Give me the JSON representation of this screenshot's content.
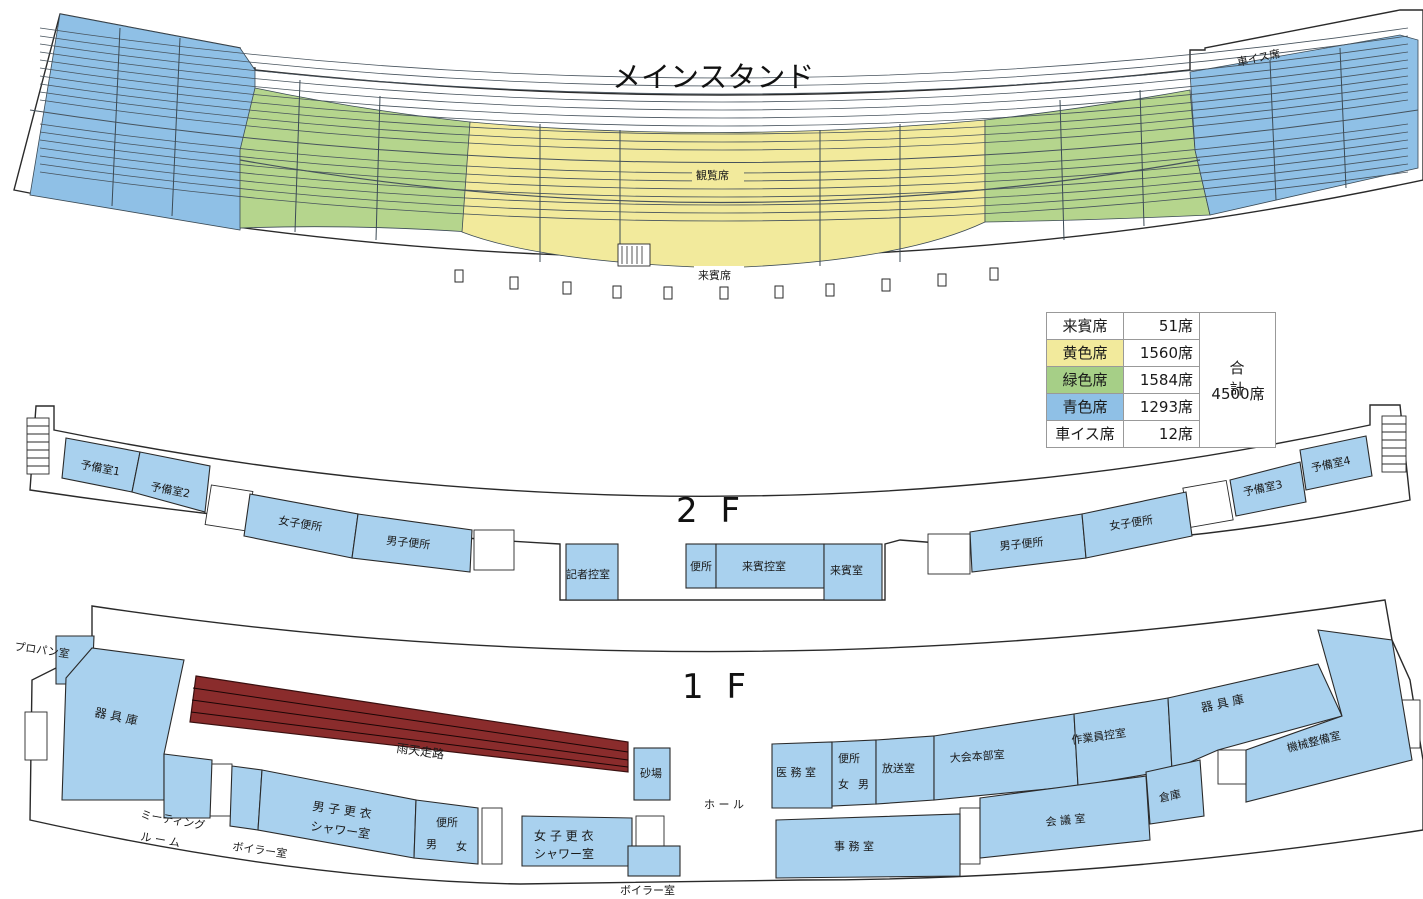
{
  "colors": {
    "yellow": "#f2ea9c",
    "green": "#b5d58d",
    "blue": "#8fc0e6",
    "room_blue": "#a9d1ee",
    "track_red": "#8a2c2c"
  },
  "main_stand": {
    "title": "メインスタンド",
    "wheelchair_label": "車イス席",
    "seats_label": "観覧席",
    "vip_label": "来賓席"
  },
  "legend": {
    "rows": [
      {
        "label": "来賓席",
        "count": "51席",
        "color": "#ffffff"
      },
      {
        "label": "黄色席",
        "count": "1560席",
        "color": "#f2ea9c"
      },
      {
        "label": "緑色席",
        "count": "1584席",
        "color": "#a6cf87"
      },
      {
        "label": "青色席",
        "count": "1293席",
        "color": "#8fc0e6"
      },
      {
        "label": "車イス席",
        "count": "12席",
        "color": "#ffffff"
      }
    ],
    "total_label": "合 計",
    "total_value": "4500席"
  },
  "floor2": {
    "title": "2 F",
    "rooms": {
      "spare1": "予備室1",
      "spare2": "予備室2",
      "womens_left": "女子便所",
      "mens_left": "男子便所",
      "press": "記者控室",
      "toilet": "便所",
      "vip_waiting": "来賓控室",
      "vip_room": "来賓室",
      "mens_right": "男子便所",
      "womens_right": "女子便所",
      "spare3": "予備室3",
      "spare4": "予備室4"
    }
  },
  "floor1": {
    "title": "1 F",
    "rooms": {
      "propane": "プロパン室",
      "equipment_left": "器 具 庫",
      "rain_track": "雨天走路",
      "meeting": "ミーティング\nル ー ム",
      "meeting_line1": "ミーティング",
      "meeting_line2": "ル ー ム",
      "boiler_left": "ボイラー室",
      "mens_locker_1": "男 子 更 衣",
      "mens_locker_2": "シャワー室",
      "toilet_left": "便所",
      "male": "男",
      "female": "女",
      "womens_locker_1": "女 子 更 衣",
      "womens_locker_2": "シャワー室",
      "sandpit": "砂場",
      "hall": "ホ ー ル",
      "boiler_center": "ボイラー室",
      "medical": "医 務 室",
      "toilet_right": "便所",
      "female_r": "女",
      "male_r": "男",
      "broadcast": "放送室",
      "hq": "大会本部室",
      "staff": "作業員控室",
      "equipment_right": "器 具 庫",
      "machine": "機械整備室",
      "office": "事 務 室",
      "conference": "会 議 室",
      "storage": "倉庫"
    }
  }
}
